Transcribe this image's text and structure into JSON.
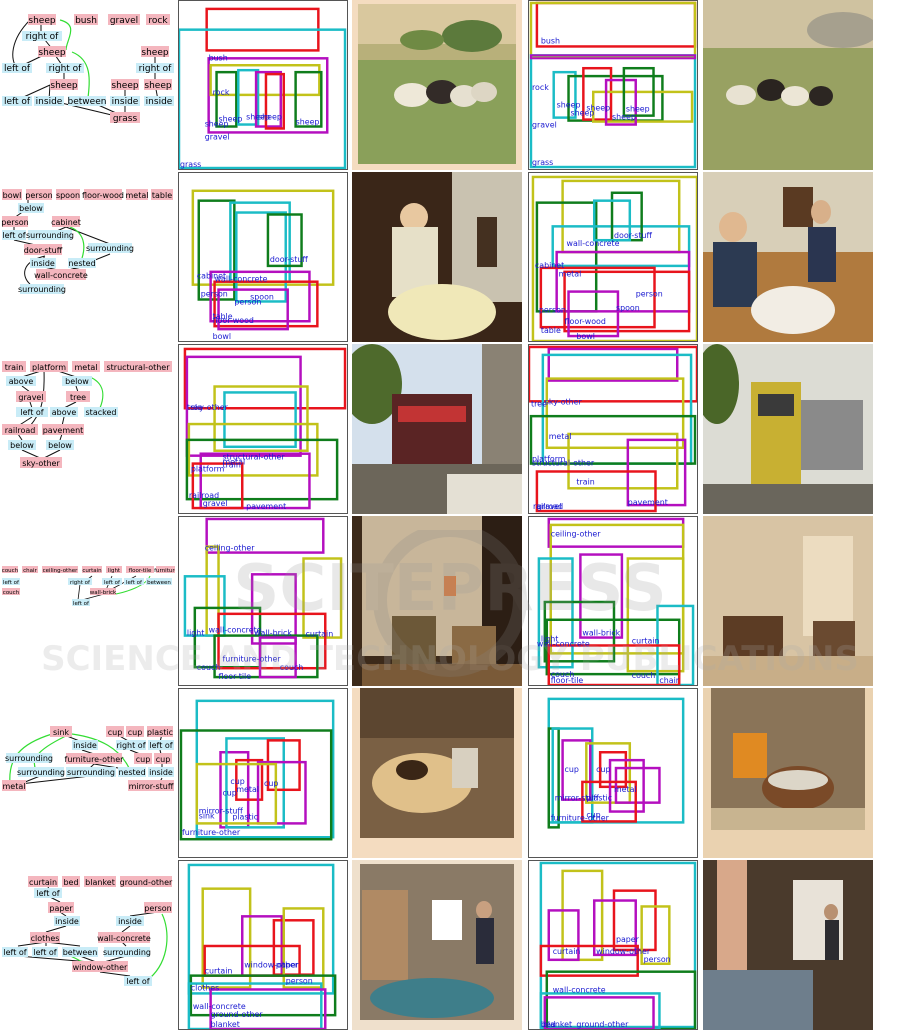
{
  "colors": {
    "obj_fill": "#f4b6be",
    "rel_fill": "#c9ecf7",
    "edge": "#111111",
    "edge_green": "#33dd33",
    "box_palette": [
      "#e8141c",
      "#1bbcc6",
      "#b40fbf",
      "#c2c21a",
      "#0f7d1c"
    ],
    "label_color": "#1a1ad0"
  },
  "watermark": {
    "main": "SCITEPRESS",
    "sub": "SCIENCE AND TECHNOLOGY PUBLICATIONS"
  },
  "rows": [
    {
      "graph": {
        "nodes": [
          {
            "t": "sheep",
            "k": "o"
          },
          {
            "t": "bush",
            "k": "o"
          },
          {
            "t": "gravel",
            "k": "o"
          },
          {
            "t": "rock",
            "k": "o"
          },
          {
            "t": "right of",
            "k": "r"
          },
          {
            "t": "sheep",
            "k": "o"
          },
          {
            "t": "sheep",
            "k": "o"
          },
          {
            "t": "left of",
            "k": "r"
          },
          {
            "t": "right of",
            "k": "r"
          },
          {
            "t": "right of",
            "k": "r"
          },
          {
            "t": "sheep",
            "k": "o"
          },
          {
            "t": "sheep",
            "k": "o"
          },
          {
            "t": "sheep",
            "k": "o"
          },
          {
            "t": "left of",
            "k": "r"
          },
          {
            "t": "inside",
            "k": "r"
          },
          {
            "t": "between",
            "k": "r"
          },
          {
            "t": "inside",
            "k": "r"
          },
          {
            "t": "inside",
            "k": "r"
          },
          {
            "t": "grass",
            "k": "o"
          }
        ]
      },
      "layout_a": {
        "labels": [
          "bush",
          "rock",
          "sheep",
          "sheep",
          "sheep",
          "sheep",
          "sheep",
          "gravel",
          "grass"
        ]
      },
      "layout_b": {
        "labels": [
          "bush",
          "rock",
          "sheep",
          "sheep",
          "sheep",
          "sheep",
          "sheep",
          "gravel",
          "grass"
        ]
      }
    },
    {
      "graph": {
        "nodes": [
          {
            "t": "bowl",
            "k": "o"
          },
          {
            "t": "person",
            "k": "o"
          },
          {
            "t": "spoon",
            "k": "o"
          },
          {
            "t": "floor-wood",
            "k": "o"
          },
          {
            "t": "metal",
            "k": "o"
          },
          {
            "t": "table",
            "k": "o"
          },
          {
            "t": "below",
            "k": "r"
          },
          {
            "t": "person",
            "k": "o"
          },
          {
            "t": "cabinet",
            "k": "o"
          },
          {
            "t": "left of",
            "k": "r"
          },
          {
            "t": "surrounding",
            "k": "r"
          },
          {
            "t": "door-stuff",
            "k": "o"
          },
          {
            "t": "surrounding",
            "k": "r"
          },
          {
            "t": "inside",
            "k": "r"
          },
          {
            "t": "nested",
            "k": "r"
          },
          {
            "t": "wall-concrete",
            "k": "o"
          },
          {
            "t": "surrounding",
            "k": "r"
          }
        ]
      },
      "layout_a": {
        "labels": [
          "door-stuff",
          "cabinet",
          "wall-concrete",
          "person",
          "spoon",
          "person",
          "table",
          "floor-wood",
          "bowl"
        ]
      },
      "layout_b": {
        "labels": [
          "door-stuff",
          "wall-concrete",
          "cabinet",
          "metal",
          "person",
          "person",
          "spoon",
          "floor-wood",
          "table",
          "bowl"
        ]
      }
    },
    {
      "graph": {
        "nodes": [
          {
            "t": "train",
            "k": "o"
          },
          {
            "t": "platform",
            "k": "o"
          },
          {
            "t": "metal",
            "k": "o"
          },
          {
            "t": "structural-other",
            "k": "o"
          },
          {
            "t": "above",
            "k": "r"
          },
          {
            "t": "below",
            "k": "r"
          },
          {
            "t": "gravel",
            "k": "o"
          },
          {
            "t": "tree",
            "k": "o"
          },
          {
            "t": "left of",
            "k": "r"
          },
          {
            "t": "above",
            "k": "r"
          },
          {
            "t": "stacked",
            "k": "r"
          },
          {
            "t": "railroad",
            "k": "o"
          },
          {
            "t": "pavement",
            "k": "o"
          },
          {
            "t": "below",
            "k": "r"
          },
          {
            "t": "below",
            "k": "r"
          },
          {
            "t": "sky-other",
            "k": "o"
          }
        ]
      },
      "layout_a": {
        "labels": [
          "tree",
          "sky-other",
          "structural-other",
          "metal",
          "platform",
          "train",
          "railroad",
          "gravel",
          "pavement"
        ]
      },
      "layout_b": {
        "labels": [
          "tree",
          "sky-other",
          "metal",
          "platform",
          "structural-other",
          "train",
          "pavement",
          "railroad",
          "gravel"
        ]
      }
    },
    {
      "graph": {
        "nodes": [
          {
            "t": "couch",
            "k": "o"
          },
          {
            "t": "chair",
            "k": "o"
          },
          {
            "t": "ceiling-other",
            "k": "o"
          },
          {
            "t": "curtain",
            "k": "o"
          },
          {
            "t": "light",
            "k": "o"
          },
          {
            "t": "floor-tile",
            "k": "o"
          },
          {
            "t": "furniture",
            "k": "o"
          },
          {
            "t": "left of",
            "k": "r"
          },
          {
            "t": "right of",
            "k": "r"
          },
          {
            "t": "left of",
            "k": "r"
          },
          {
            "t": "left of",
            "k": "r"
          },
          {
            "t": "between",
            "k": "r"
          },
          {
            "t": "couch",
            "k": "o"
          },
          {
            "t": "wall-brick",
            "k": "o"
          },
          {
            "t": "left of",
            "k": "r"
          }
        ]
      },
      "layout_a": {
        "labels": [
          "ceiling-other",
          "light",
          "wall-concrete",
          "wall-brick",
          "curtain",
          "furniture-other",
          "couch",
          "couch",
          "floor-tile"
        ]
      },
      "layout_b": {
        "labels": [
          "ceiling-other",
          "wall-brick",
          "light",
          "wall-concrete",
          "curtain",
          "couch",
          "couch",
          "floor-tile",
          "chair"
        ]
      }
    },
    {
      "graph": {
        "nodes": [
          {
            "t": "sink",
            "k": "o"
          },
          {
            "t": "cup",
            "k": "o"
          },
          {
            "t": "cup",
            "k": "o"
          },
          {
            "t": "plastic",
            "k": "o"
          },
          {
            "t": "inside",
            "k": "r"
          },
          {
            "t": "right of",
            "k": "r"
          },
          {
            "t": "left of",
            "k": "r"
          },
          {
            "t": "surrounding",
            "k": "r"
          },
          {
            "t": "furniture-other",
            "k": "o"
          },
          {
            "t": "cup",
            "k": "o"
          },
          {
            "t": "cup",
            "k": "o"
          },
          {
            "t": "surrounding",
            "k": "r"
          },
          {
            "t": "surrounding",
            "k": "r"
          },
          {
            "t": "nested",
            "k": "r"
          },
          {
            "t": "inside",
            "k": "r"
          },
          {
            "t": "metal",
            "k": "o"
          },
          {
            "t": "mirror-stuff",
            "k": "o"
          }
        ]
      },
      "layout_a": {
        "labels": [
          "cup",
          "cup",
          "metal",
          "cup",
          "mirror-stuff",
          "sink",
          "plastic",
          "furniture-other"
        ]
      },
      "layout_b": {
        "labels": [
          "cup",
          "cup",
          "metal",
          "mirror-stuff",
          "plastic",
          "cup",
          "furniture-other"
        ]
      }
    },
    {
      "graph": {
        "nodes": [
          {
            "t": "curtain",
            "k": "o"
          },
          {
            "t": "bed",
            "k": "o"
          },
          {
            "t": "blanket",
            "k": "o"
          },
          {
            "t": "ground-other",
            "k": "o"
          },
          {
            "t": "left of",
            "k": "r"
          },
          {
            "t": "paper",
            "k": "o"
          },
          {
            "t": "person",
            "k": "o"
          },
          {
            "t": "inside",
            "k": "r"
          },
          {
            "t": "inside",
            "k": "r"
          },
          {
            "t": "clothes",
            "k": "o"
          },
          {
            "t": "wall-concrete",
            "k": "o"
          },
          {
            "t": "left of",
            "k": "r"
          },
          {
            "t": "left of",
            "k": "r"
          },
          {
            "t": "between",
            "k": "r"
          },
          {
            "t": "surrounding",
            "k": "r"
          },
          {
            "t": "window-other",
            "k": "o"
          },
          {
            "t": "left of",
            "k": "r"
          }
        ]
      },
      "layout_a": {
        "labels": [
          "window-other",
          "paper",
          "curtain",
          "clothes",
          "person",
          "wall-concrete",
          "ground-other",
          "blanket"
        ]
      },
      "layout_b": {
        "labels": [
          "paper",
          "curtain",
          "window-other",
          "person",
          "wall-concrete",
          "bed",
          "blanket",
          "ground-other"
        ]
      }
    }
  ]
}
